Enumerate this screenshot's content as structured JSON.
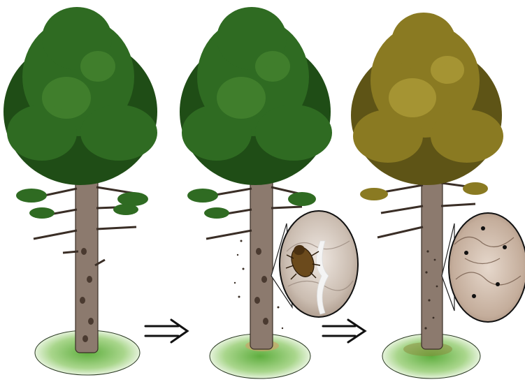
{
  "illustration": {
    "stages": [
      {
        "id": "healthy",
        "foliage": "#2f6b22",
        "foliage_dark": "#1f4d16",
        "foliage_light": "#4c8a34",
        "detail": "none"
      },
      {
        "id": "beetle-infested",
        "foliage": "#2f6b22",
        "foliage_dark": "#1f4d16",
        "foliage_light": "#4c8a34",
        "detail": "bark-beetle-closeup"
      },
      {
        "id": "dying",
        "foliage": "#8a7a22",
        "foliage_dark": "#5e5416",
        "foliage_light": "#b0a03a",
        "detail": "exit-holes-closeup"
      }
    ],
    "arrows": [
      "double-arrow-icon",
      "double-arrow-icon"
    ],
    "colors": {
      "trunk": "#8c7a6e",
      "trunk_dark": "#4a3c33",
      "grass": "#7fbf5a",
      "grass_light": "#b8dca0",
      "outline": "#222222",
      "resin": "#f2f2f2",
      "bark_inner": "#cfc4bb",
      "beetle": "#6b4a1c"
    }
  }
}
